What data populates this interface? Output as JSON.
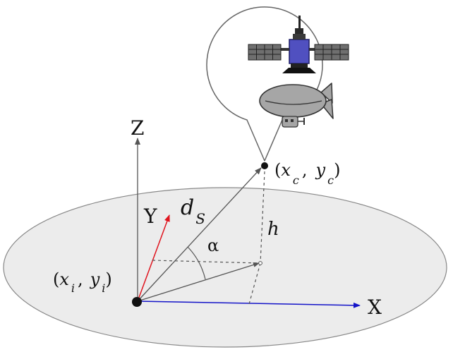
{
  "labels": {
    "z_axis": "Z",
    "y_axis": "Y",
    "x_axis": "X",
    "distance_symbol": "d",
    "distance_subscript": "S",
    "angle": "α",
    "height": "h",
    "ground_point": {
      "open": "(",
      "x": "x",
      "x_sub": "i",
      "comma": ",",
      "y": "y",
      "y_sub": "i",
      "close": ")"
    },
    "aerial_point": {
      "open": "(",
      "x": "x",
      "x_sub": "c",
      "comma": ",",
      "y": "y",
      "y_sub": "c",
      "close": ")"
    }
  },
  "colors": {
    "ground_fill": "#ececec",
    "axis_gray": "#555555",
    "y_axis_red": "#e0141e",
    "x_axis_blue": "#1414c8",
    "satellite_body": "#5050c0",
    "panel_fill": "#6f6f6f",
    "airship_fill": "#a6a6a6"
  },
  "icons": [
    "satellite-icon",
    "airship-icon"
  ]
}
